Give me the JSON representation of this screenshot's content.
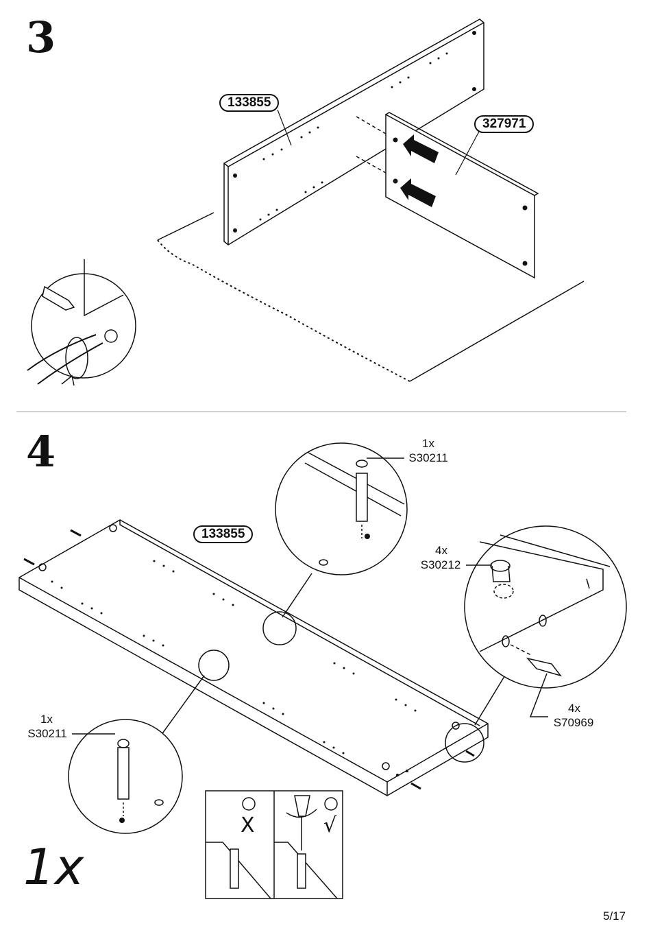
{
  "step3": {
    "number": "3",
    "labels": {
      "panel_long": "133855",
      "panel_short": "327971"
    }
  },
  "step4": {
    "number": "4",
    "panel_label": "133855",
    "callout_top": {
      "qty": "1x",
      "code": "S30211"
    },
    "callout_cam": {
      "qty": "4x",
      "code": "S30212"
    },
    "callout_dowel": {
      "qty": "4x",
      "code": "S70969"
    },
    "callout_left": {
      "qty": "1x",
      "code": "S30211"
    },
    "quantity_note": "1x",
    "wrong_mark": "X",
    "right_mark": "√"
  },
  "footer": {
    "page": "5/17"
  }
}
